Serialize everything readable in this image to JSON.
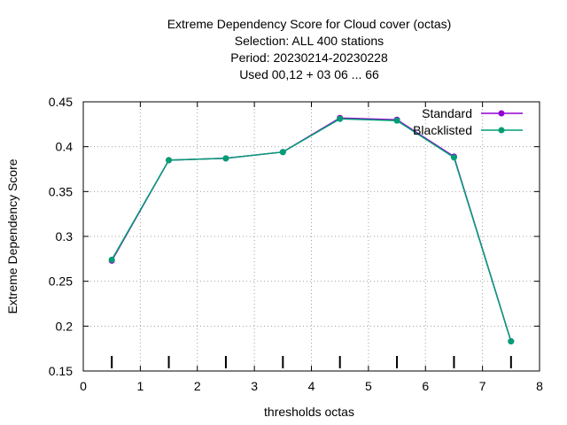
{
  "chart_data": {
    "type": "line",
    "title_lines": [
      "Extreme Dependency Score  for Cloud cover (octas)",
      "Selection: ALL    400 stations",
      "Period: 20230214-20230228",
      "Used  00,12  + 03 06 ... 66"
    ],
    "xlabel": "thresholds octas",
    "ylabel": "Extreme Dependency Score",
    "xlim": [
      0,
      8
    ],
    "ylim": [
      0.15,
      0.45
    ],
    "xticks": [
      0,
      1,
      2,
      3,
      4,
      5,
      6,
      7,
      8
    ],
    "yticks": [
      0.15,
      0.2,
      0.25,
      0.3,
      0.35,
      0.4,
      0.45
    ],
    "grid": true,
    "legend_position": "top-right",
    "x": [
      0.5,
      1.5,
      2.5,
      3.5,
      4.5,
      5.5,
      6.5,
      7.5
    ],
    "series": [
      {
        "name": "Standard",
        "color": "#9400d3",
        "values": [
          0.273,
          0.385,
          0.387,
          0.394,
          0.432,
          0.43,
          0.389,
          0.183
        ]
      },
      {
        "name": "Blacklisted",
        "color": "#009e73",
        "values": [
          0.274,
          0.385,
          0.387,
          0.394,
          0.431,
          0.429,
          0.388,
          0.183
        ]
      }
    ],
    "threshold_markers": [
      0.5,
      1.5,
      2.5,
      3.5,
      4.5,
      5.5,
      6.5,
      7.5
    ]
  }
}
